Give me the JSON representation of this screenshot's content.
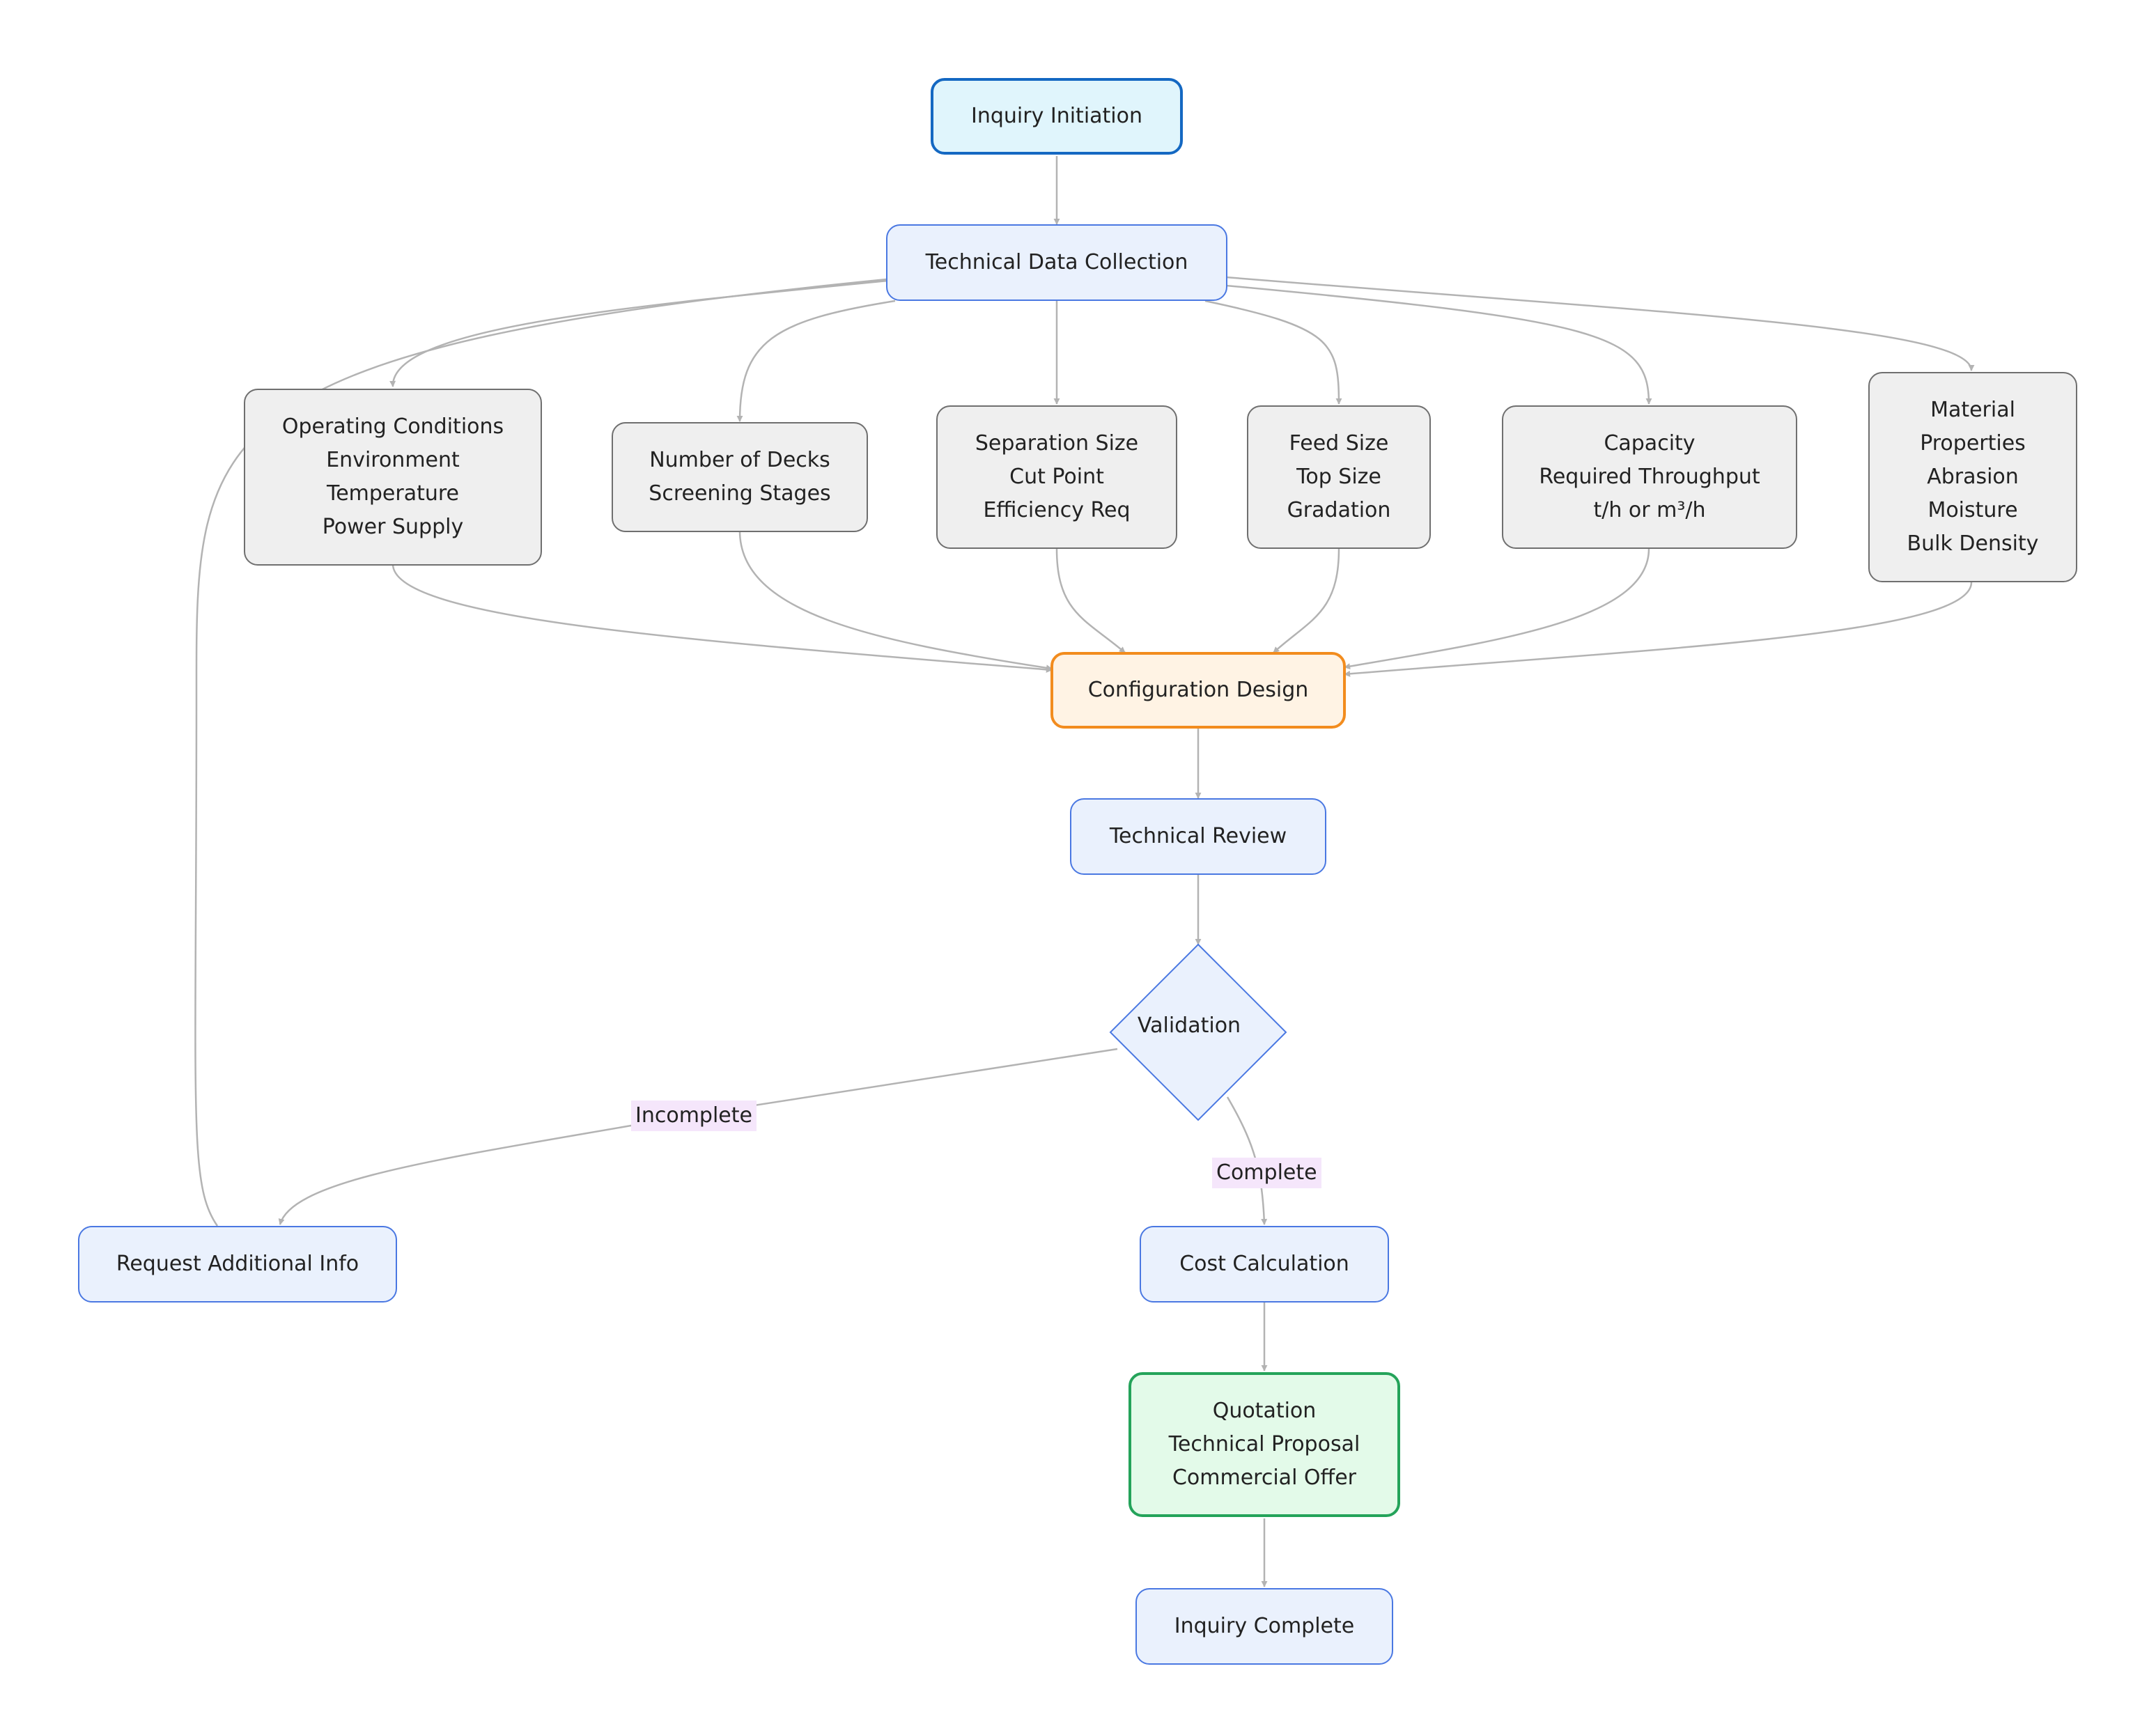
{
  "nodes": {
    "inquiry_initiation": "Inquiry Initiation",
    "technical_data_collection": "Technical Data Collection",
    "operating_conditions": [
      "Operating Conditions",
      "Environment",
      "Temperature",
      "Power Supply"
    ],
    "number_of_decks": [
      "Number of Decks",
      "Screening Stages"
    ],
    "separation_size": [
      "Separation Size",
      "Cut Point",
      "Efficiency Req"
    ],
    "feed_size": [
      "Feed Size",
      "Top Size",
      "Gradation"
    ],
    "capacity": [
      "Capacity",
      "Required Throughput",
      "t/h or m³/h"
    ],
    "material_properties": [
      "Material",
      "Properties",
      "Abrasion",
      "Moisture",
      "Bulk Density"
    ],
    "configuration_design": "Configuration Design",
    "technical_review": "Technical Review",
    "validation": "Validation",
    "request_additional_info": "Request Additional Info",
    "cost_calculation": "Cost Calculation",
    "quotation": [
      "Quotation",
      "Technical Proposal",
      "Commercial Offer"
    ],
    "inquiry_complete": "Inquiry Complete"
  },
  "edge_labels": {
    "incomplete": "Incomplete",
    "complete": "Complete"
  },
  "colors": {
    "edge": "#B3B3B3",
    "process_fill": "#EAF1FD",
    "process_border": "#4A78E2",
    "data_fill": "#EFEFEF",
    "data_border": "#6F6F6F",
    "start_fill": "#E0F5FC",
    "start_border": "#1468C2",
    "config_fill": "#FFF3E4",
    "config_border": "#F28C1E",
    "quote_fill": "#E3FAE9",
    "quote_border": "#24A35A",
    "edge_label_fill": "#F5E6FB"
  }
}
